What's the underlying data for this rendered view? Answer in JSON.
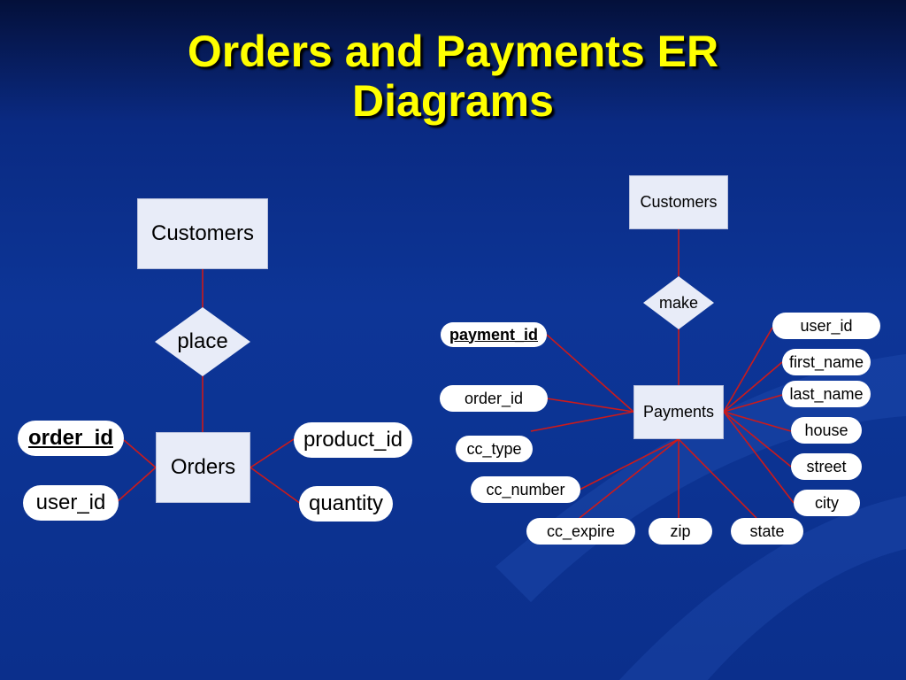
{
  "title": {
    "line1": "Orders and Payments ER",
    "line2": "Diagrams"
  },
  "colors": {
    "background": "#0c3392",
    "title": "#ffff00",
    "connector": "#cc1a1a",
    "entity_fill": "#e8ecf8",
    "attribute_fill": "#ffffff"
  },
  "left_diagram": {
    "entity_customers": "Customers",
    "relationship": "place",
    "entity_orders": "Orders",
    "attributes": {
      "order_id": "order_id",
      "user_id": "user_id",
      "product_id": "product_id",
      "quantity": "quantity"
    }
  },
  "right_diagram": {
    "entity_customers": "Customers",
    "relationship": "make",
    "entity_payments": "Payments",
    "attributes": {
      "payment_id": "payment_id",
      "order_id": "order_id",
      "cc_type": "cc_type",
      "cc_number": "cc_number",
      "cc_expire": "cc_expire",
      "zip": "zip",
      "state": "state",
      "user_id": "user_id",
      "first_name": "first_name",
      "last_name": "last_name",
      "house": "house",
      "street": "street",
      "city": "city"
    }
  }
}
